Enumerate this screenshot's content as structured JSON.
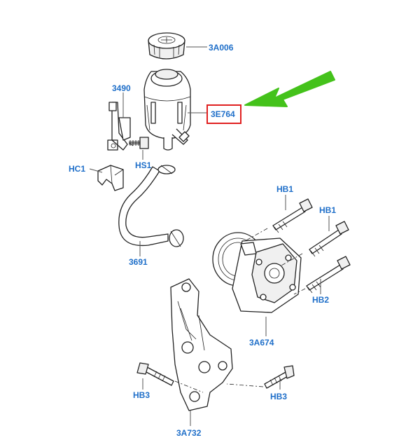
{
  "diagram": {
    "highlighted_part": "3E764",
    "accent_color": "#44c21b",
    "highlight_box_color": "#e02020",
    "label_color": "#1f6fc9",
    "parts": {
      "cap": "3A006",
      "reservoir": "3E764",
      "bracket": "3490",
      "screw_hs1": "HS1",
      "clip_hc1": "HC1",
      "hose": "3691",
      "bolt_hb1_upper": "HB1",
      "bolt_hb1_lower": "HB1",
      "bolt_hb2": "HB2",
      "pump": "3A674",
      "bolt_hb3_left": "HB3",
      "bolt_hb3_right": "HB3",
      "mount_bracket": "3A732"
    }
  }
}
